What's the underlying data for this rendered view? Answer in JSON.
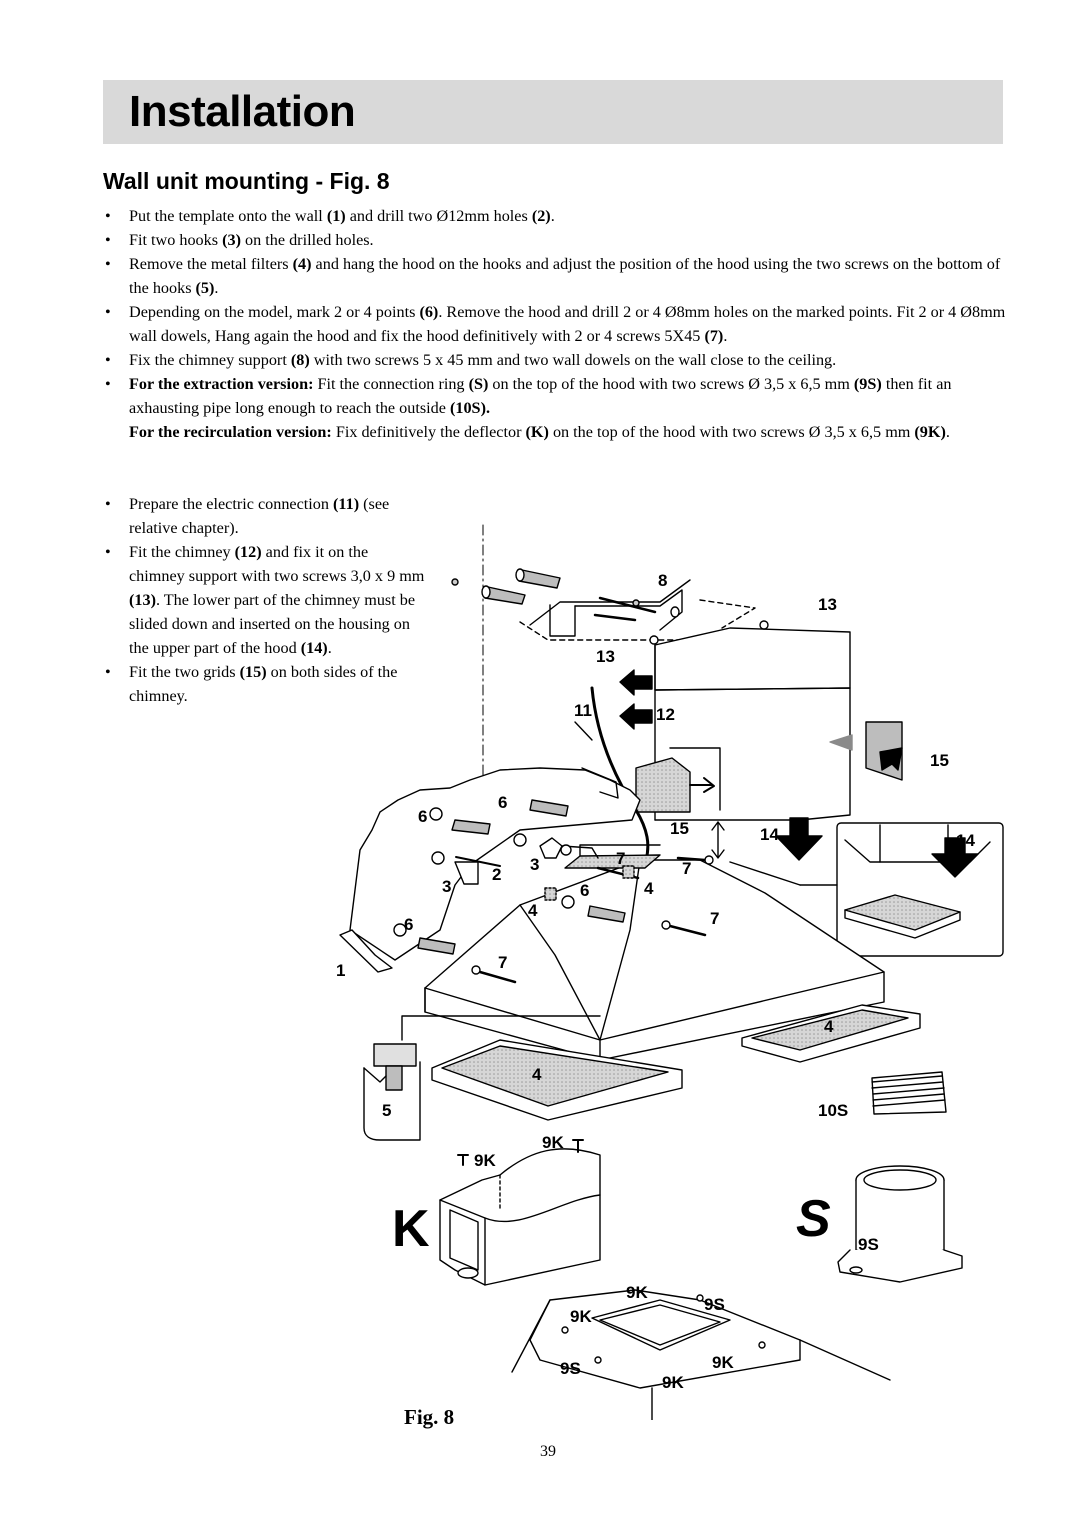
{
  "header": {
    "title": "Installation"
  },
  "section": {
    "title": "Wall unit mounting - Fig. 8"
  },
  "steps_full": [
    {
      "parts": [
        {
          "t": "Put the template onto the wall "
        },
        {
          "t": "(1)",
          "b": true
        },
        {
          "t": " and drill two Ø12mm holes "
        },
        {
          "t": "(2)",
          "b": true
        },
        {
          "t": "."
        }
      ]
    },
    {
      "parts": [
        {
          "t": "Fit two hooks "
        },
        {
          "t": "(3)",
          "b": true
        },
        {
          "t": " on the drilled holes."
        }
      ]
    },
    {
      "parts": [
        {
          "t": "Remove the metal filters "
        },
        {
          "t": "(4)",
          "b": true
        },
        {
          "t": " and hang the hood on the hooks and adjust the position of the hood using the two screws on the bottom of the hooks "
        },
        {
          "t": "(5)",
          "b": true
        },
        {
          "t": "."
        }
      ]
    },
    {
      "parts": [
        {
          "t": "Depending on the model, mark 2 or 4 points "
        },
        {
          "t": "(6)",
          "b": true
        },
        {
          "t": ". Remove the hood and drill 2 or 4 Ø8mm holes on the marked points.  Fit 2 or 4 Ø8mm wall dowels, Hang again the hood and fix the hood definitively with 2 or 4 screws 5X45 "
        },
        {
          "t": "(7)",
          "b": true
        },
        {
          "t": "."
        }
      ]
    },
    {
      "parts": [
        {
          "t": "Fix the chimney support "
        },
        {
          "t": "(8)",
          "b": true
        },
        {
          "t": " with two screws 5 x 45 mm and two wall dowels on the wall close to the ceiling."
        }
      ]
    },
    {
      "parts": [
        {
          "t": "For the extraction version:",
          "b": true
        },
        {
          "t": " Fit the connection ring "
        },
        {
          "t": "(S)",
          "b": true
        },
        {
          "t": " on the top of the hood with two screws Ø 3,5 x 6,5 mm  "
        },
        {
          "t": "(9S)",
          "b": true
        },
        {
          "t": "  then fit an axhausting pipe long enough to reach the outside "
        },
        {
          "t": "(10S).",
          "b": true
        }
      ],
      "continuation": [
        {
          "t": "For the recirculation version:",
          "b": true
        },
        {
          "t": " Fix definitively the deflector  "
        },
        {
          "t": "(K)",
          "b": true
        },
        {
          "t": " on the top of the hood with two screws Ø 3,5 x 6,5 mm "
        },
        {
          "t": "(9K)",
          "b": true
        },
        {
          "t": "."
        }
      ]
    }
  ],
  "steps_narrow": [
    {
      "parts": [
        {
          "t": "Prepare the electric connection "
        },
        {
          "t": "(11)",
          "b": true
        },
        {
          "t": " (see relative chapter)."
        }
      ]
    },
    {
      "parts": [
        {
          "t": "Fit the chimney "
        },
        {
          "t": "(12)",
          "b": true
        },
        {
          "t": " and fix it on the chimney support with two screws 3,0 x 9 mm "
        },
        {
          "t": "(13)",
          "b": true
        },
        {
          "t": ". The lower part of the chimney must be slided down and inserted on the housing on the upper part of the hood "
        },
        {
          "t": "(14)",
          "b": true
        },
        {
          "t": "."
        }
      ]
    },
    {
      "parts": [
        {
          "t": "Fit the two grids "
        },
        {
          "t": "(15)",
          "b": true
        },
        {
          "t": "  on both sides of the chimney."
        }
      ]
    }
  ],
  "bullet_char": "•",
  "diagram": {
    "callouts": {
      "c8": "8",
      "c13a": "13",
      "c13b": "13",
      "c11": "11",
      "c12": "12",
      "c15a": "15",
      "c15b": "15",
      "c14a": "14",
      "c14b": "14",
      "c6a": "6",
      "c6b": "6",
      "c6c": "6",
      "c6d": "6",
      "c3a": "3",
      "c3b": "3",
      "c2": "2",
      "c7a": "7",
      "c7b": "7",
      "c7c": "7",
      "c7d": "7",
      "c4a": "4",
      "c4b": "4",
      "c4c": "4",
      "c4d": "4",
      "c1": "1",
      "c5": "5",
      "c10s": "10S",
      "c9ka": "9K",
      "c9kb": "9K",
      "c9kc": "9K",
      "c9kd": "9K",
      "c9ke": "9K",
      "c9kf": "9K",
      "c9sa": "9S",
      "c9sb": "9S",
      "c9sc": "9S"
    },
    "letter_k": "K",
    "letter_s": "S"
  },
  "figure": {
    "caption": "Fig. 8"
  },
  "page": {
    "number": "39"
  }
}
